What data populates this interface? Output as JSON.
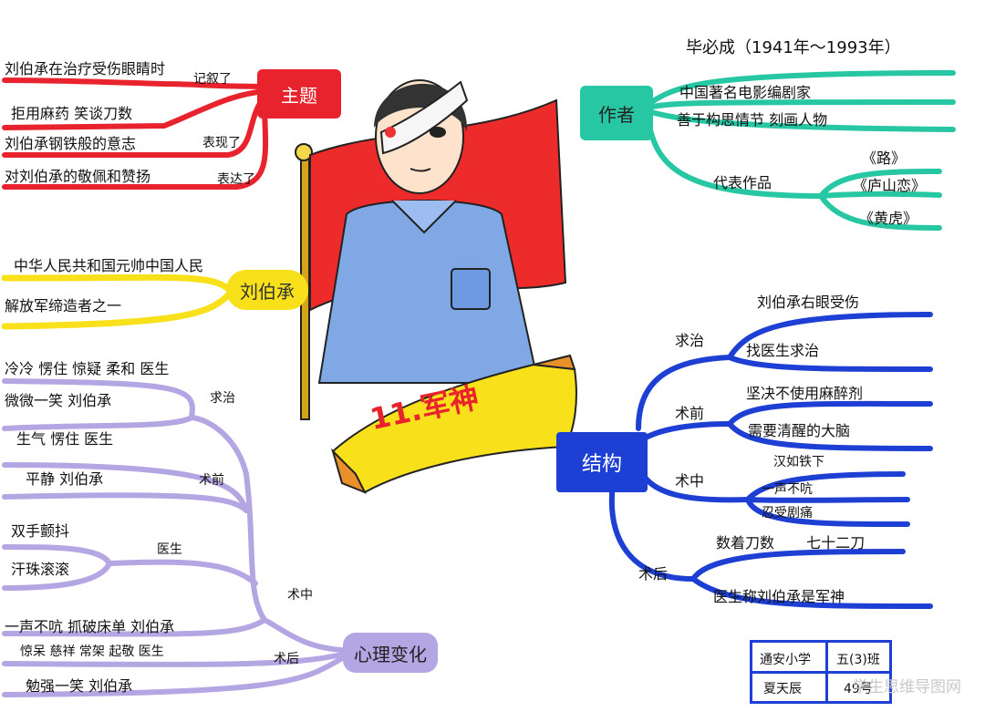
{
  "center": {
    "title": "11.军神"
  },
  "theme": {
    "label": "主题",
    "lines": [
      "刘伯承在治疗受伤眼睛时",
      "拒用麻药 笑谈刀数",
      "刘伯承钢铁般的意志",
      "对刘伯承的敬佩和赞扬"
    ],
    "verbs": [
      "记叙了",
      "表现了",
      "表达了"
    ]
  },
  "liu": {
    "label": "刘伯承",
    "lines": [
      "中华人民共和国元帅中国人民",
      "解放军缔造者之一"
    ]
  },
  "psych": {
    "label": "心理变化",
    "stages": [
      "求治",
      "术前",
      "医生",
      "术中",
      "术后"
    ],
    "lines": [
      "冷冷 愣住 惊疑 柔和 医生",
      "微微一笑 刘伯承",
      "生气 愣住 医生",
      "平静 刘伯承",
      "双手颤抖",
      "汗珠滚滚",
      "一声不吭 抓破床单 刘伯承",
      "惊呆 慈祥 常架 起敬 医生",
      "勉强一笑 刘伯承"
    ]
  },
  "author": {
    "label": "作者",
    "lines": [
      "毕必成（1941年～1993年）",
      "中国著名电影编剧家",
      "善于构思情节 刻画人物"
    ],
    "works_label": "代表作品",
    "works": [
      "《路》",
      "《庐山恋》",
      "《黄虎》"
    ]
  },
  "structure": {
    "label": "结构",
    "stages": [
      "求治",
      "术前",
      "术中",
      "术后"
    ],
    "qiuzhi": [
      "刘伯承右眼受伤",
      "找医生求治"
    ],
    "shuqian": [
      "坚决不使用麻醉剂",
      "需要清醒的大脑"
    ],
    "shuzhong": [
      "汉如铁下",
      "一声不吭",
      "忍受剧痛"
    ],
    "shuhou": [
      "数着刀数 七十二刀",
      "医生称刘伯承是军神"
    ]
  },
  "signature": {
    "school": "通安小学",
    "class": "五(3)班",
    "name": "夏天辰",
    "number": "49号"
  },
  "watermark": "学生思维导图网",
  "colors": {
    "red": "#e8232e",
    "yellow": "#f8e11a",
    "purple": "#b4a6e2",
    "teal": "#27c7a3",
    "blue": "#1d3fd3",
    "flag": "#ee2b2b",
    "shirt": "#7fa8e5"
  }
}
